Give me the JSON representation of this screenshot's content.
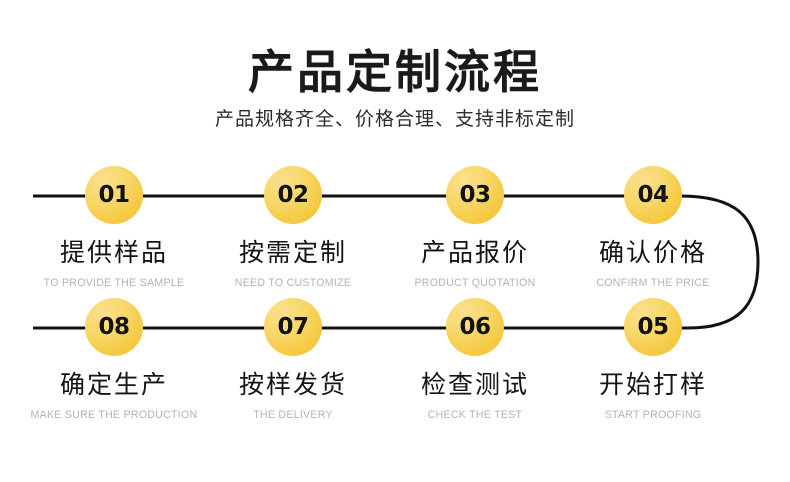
{
  "header": {
    "title": "产品定制流程",
    "subtitle": "产品规格齐全、价格合理、支持非标定制"
  },
  "colors": {
    "background": "#ffffff",
    "title": "#1a1a1a",
    "subtitle": "#2b2b2b",
    "badge_light": "#fbe08c",
    "badge_dark": "#f2c02c",
    "label_cn": "#141414",
    "label_en": "#b3b3b3",
    "connector_line": "#111111"
  },
  "flow": {
    "rows": [
      {
        "name": "row-top",
        "steps": [
          {
            "number": "01",
            "cn": "提供样品",
            "en": "TO PROVIDE THE SAMPLE"
          },
          {
            "number": "02",
            "cn": "按需定制",
            "en": "NEED TO CUSTOMIZE"
          },
          {
            "number": "03",
            "cn": "产品报价",
            "en": "PRODUCT QUOTATION"
          },
          {
            "number": "04",
            "cn": "确认价格",
            "en": "CONFIRM THE PRICE"
          }
        ]
      },
      {
        "name": "row-bottom",
        "steps": [
          {
            "number": "08",
            "cn": "确定生产",
            "en": "MAKE SURE THE PRODUCTION"
          },
          {
            "number": "07",
            "cn": "按样发货",
            "en": "THE DELIVERY"
          },
          {
            "number": "06",
            "cn": "检查测试",
            "en": "CHECK THE TEST"
          },
          {
            "number": "05",
            "cn": "开始打样",
            "en": "START PROOFING"
          }
        ]
      }
    ]
  }
}
